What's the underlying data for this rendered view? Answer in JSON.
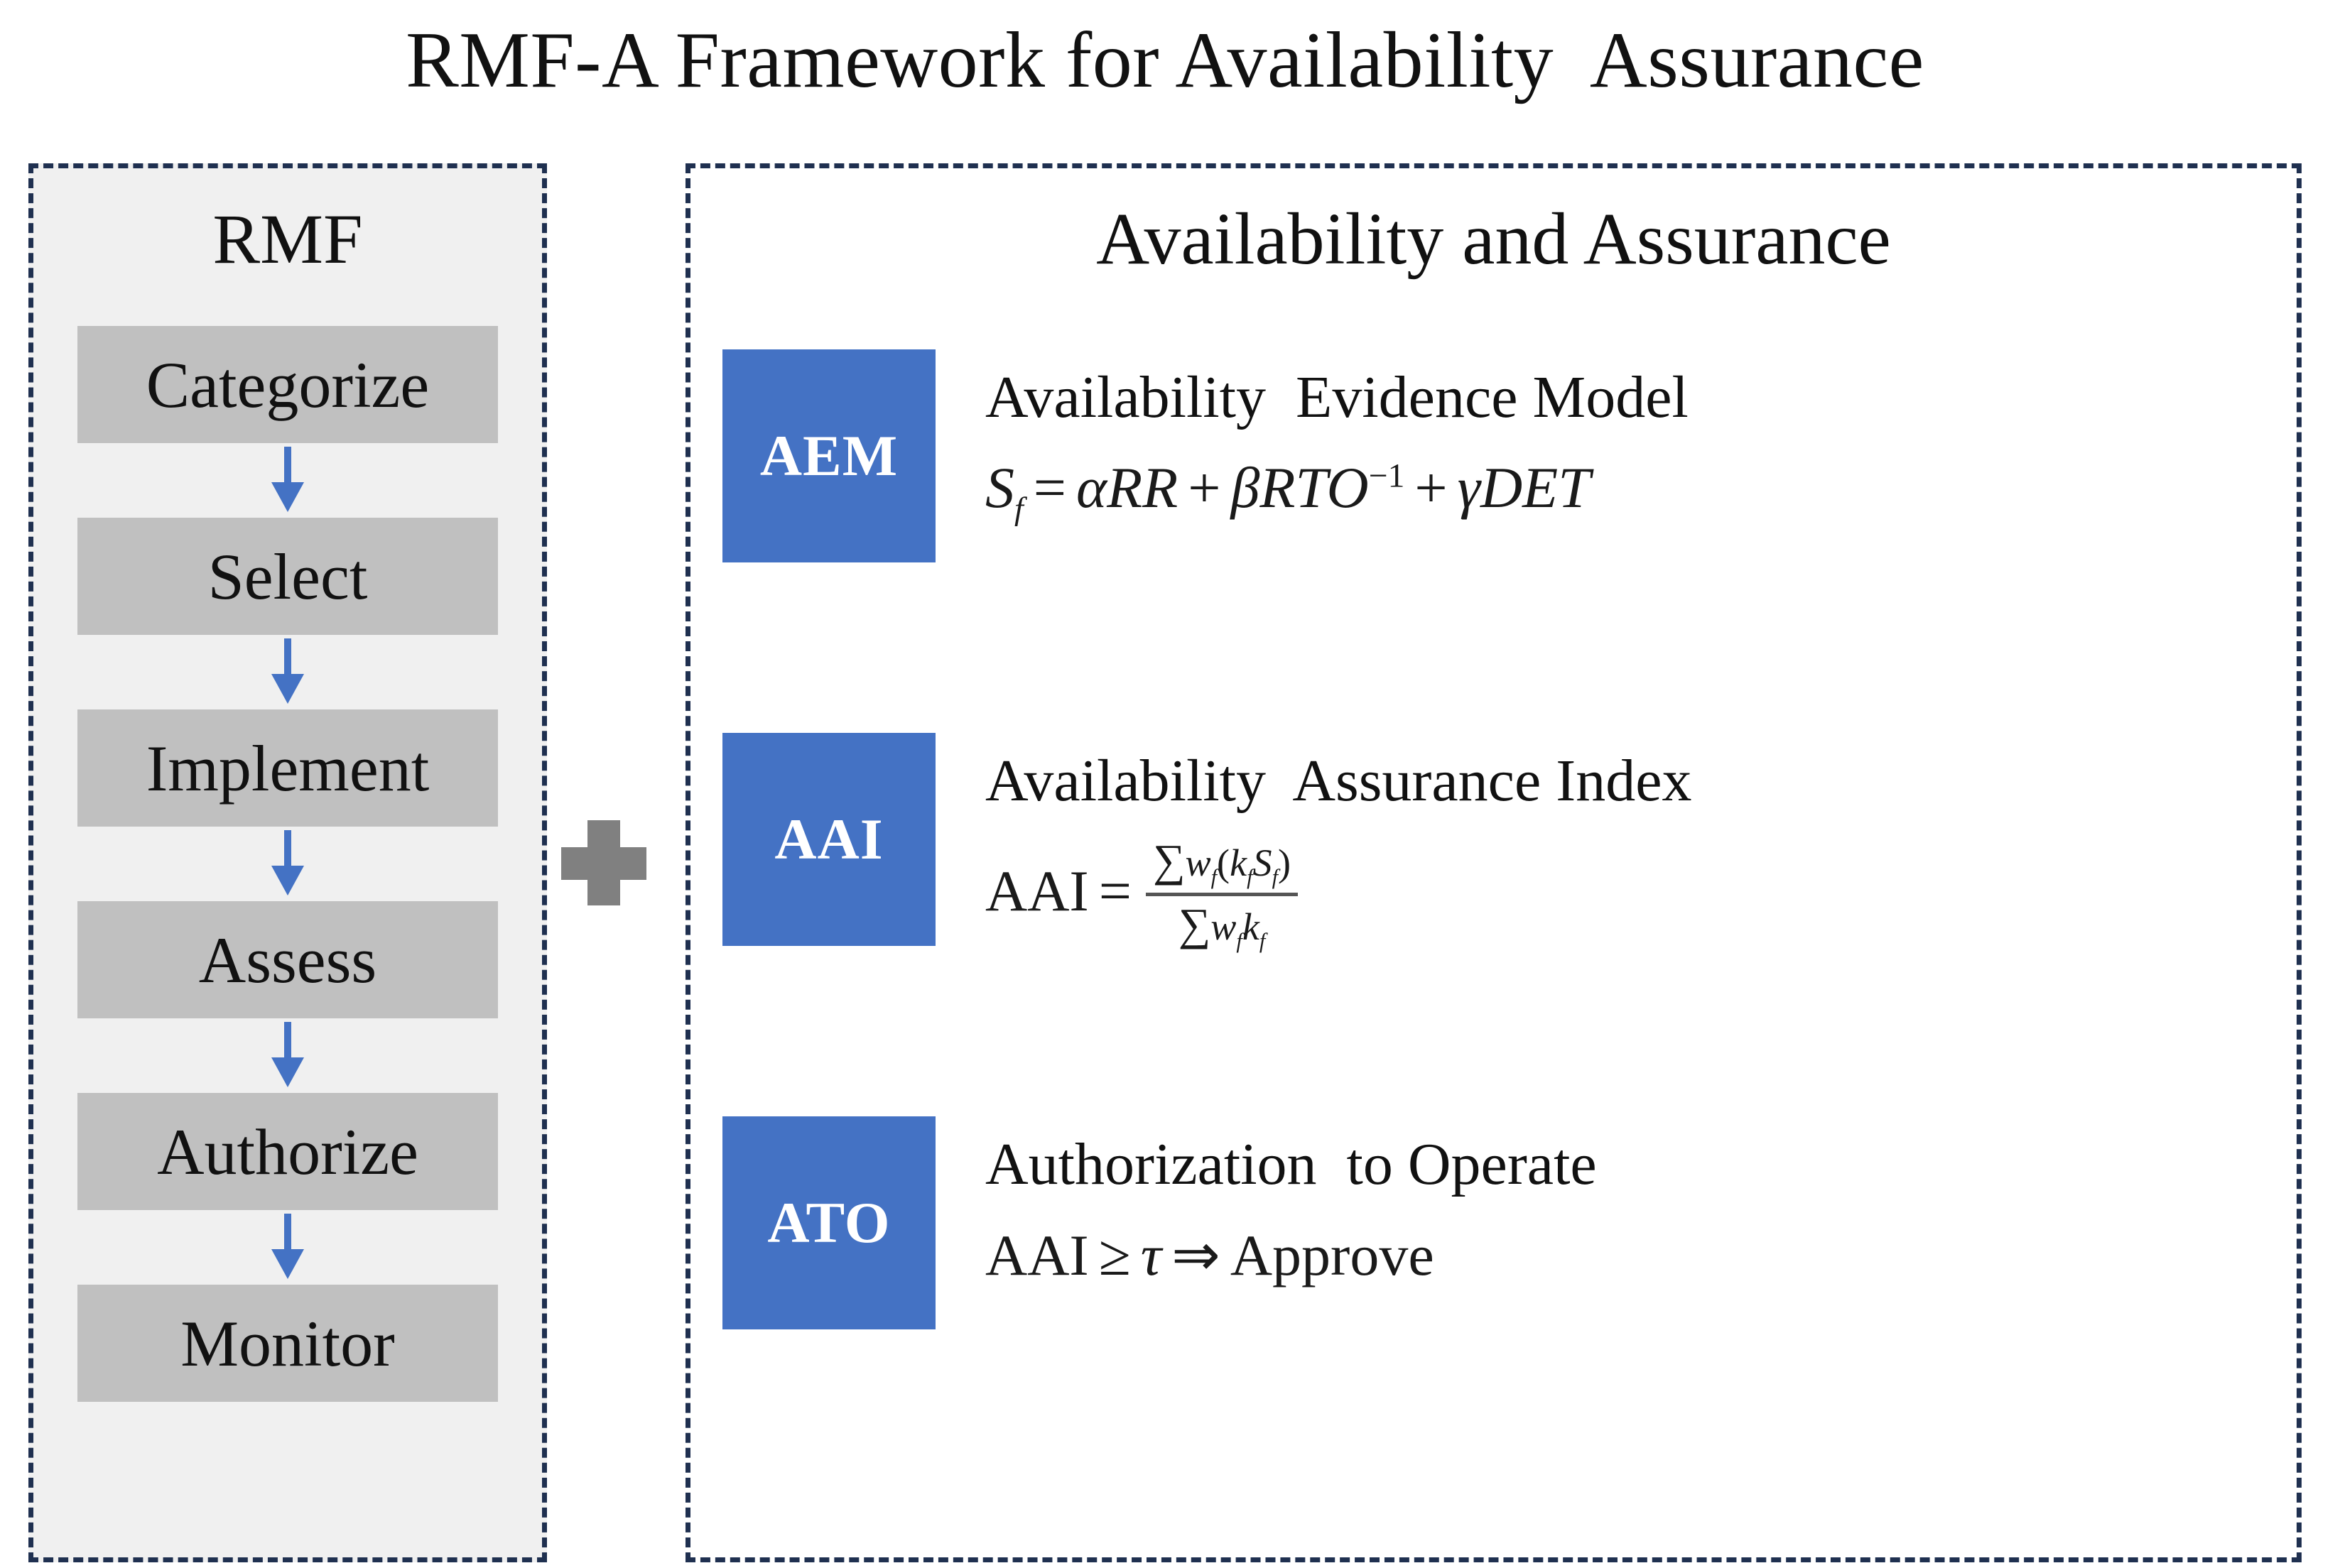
{
  "title": "RMF-A Framework for Availability  Assurance",
  "left_panel": {
    "heading": "RMF",
    "steps": [
      {
        "label": "Categorize"
      },
      {
        "label": "Select"
      },
      {
        "label": "Implement"
      },
      {
        "label": "Assess"
      },
      {
        "label": "Authorize"
      },
      {
        "label": "Monitor"
      }
    ],
    "arrow_icon": "arrow-down-icon",
    "arrow_color": "#4472c4",
    "step_fill": "#c0c0c0",
    "panel_fill": "#f0f0f0"
  },
  "connector": {
    "symbol": "plus-icon",
    "color": "#808080"
  },
  "right_panel": {
    "heading": "Availability  and Assurance",
    "border_color": "#1f3050",
    "badge_color": "#4472c4",
    "modules": [
      {
        "badge": "AEM",
        "caption": "Availability  Evidence Model",
        "formula_plain": "S_f = αRR + βRTO⁻¹ + γDET",
        "formula_parts": {
          "lhs_symbol": "S",
          "lhs_sub": "f",
          "equals": "=",
          "term1_coef": "α",
          "term1_var": "RR",
          "plus1": "+",
          "term2_coef": "β",
          "term2_var": "RTO",
          "term2_exp": "−1",
          "plus2": "+",
          "term3_coef": "γ",
          "term3_var": "DET"
        }
      },
      {
        "badge": "AAI",
        "caption": "Availability  Assurance Index",
        "formula_plain": "AAI = Σ w_f(k_f S_f) / Σ w_f k_f",
        "formula_parts": {
          "lhs": "AAI",
          "equals": "=",
          "numerator": {
            "sum": "∑",
            "w": "w",
            "w_sub": "f",
            "open": "(",
            "k": "k",
            "k_sub": "f",
            "s": "S",
            "s_sub": "f",
            "close": ")"
          },
          "denominator": {
            "sum": "∑",
            "w": "w",
            "w_sub": "f",
            "k": "k",
            "k_sub": "f"
          }
        }
      },
      {
        "badge": "ATO",
        "caption": "Authorization  to Operate",
        "formula_plain": "AAI ≥ τ ⇒ Approve",
        "formula_parts": {
          "lhs": "AAI",
          "relation": "≥",
          "threshold": "τ",
          "implies": "⇒",
          "result": "Approve"
        }
      }
    ]
  }
}
